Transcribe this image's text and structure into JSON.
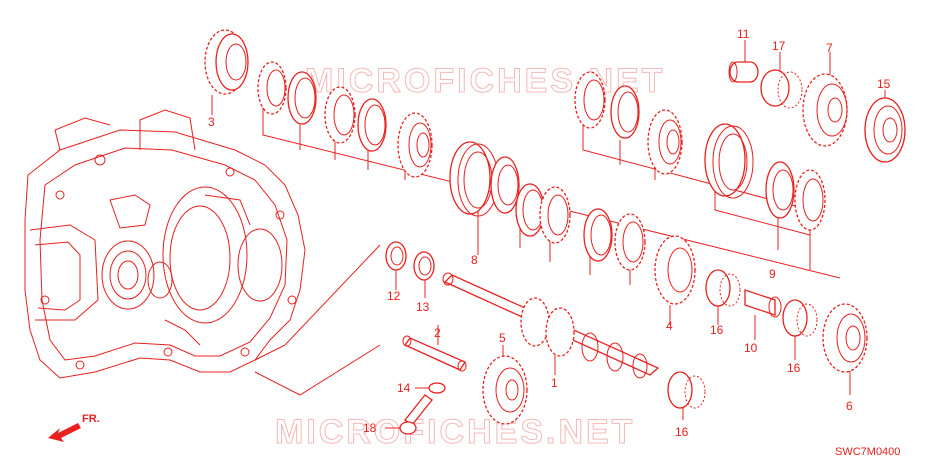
{
  "diagram": {
    "code": "SWC7M0400",
    "direction_label": "FR.",
    "watermark": "MICROFICHES.NET",
    "callouts": {
      "c1": "1",
      "c2": "2",
      "c3": "3",
      "c4": "4",
      "c5": "5",
      "c6": "6",
      "c7": "7",
      "c8": "8",
      "c9": "9",
      "c10": "10",
      "c11": "11",
      "c12": "12",
      "c13": "13",
      "c14": "14",
      "c15": "15",
      "c16a": "16",
      "c16b": "16",
      "c16c": "16",
      "c17": "17",
      "c18": "18"
    }
  },
  "colors": {
    "line": "#e8201e",
    "watermark": "#f4b8b6",
    "background": "#ffffff"
  },
  "icons": {
    "front_arrow": "arrow-front-icon"
  }
}
